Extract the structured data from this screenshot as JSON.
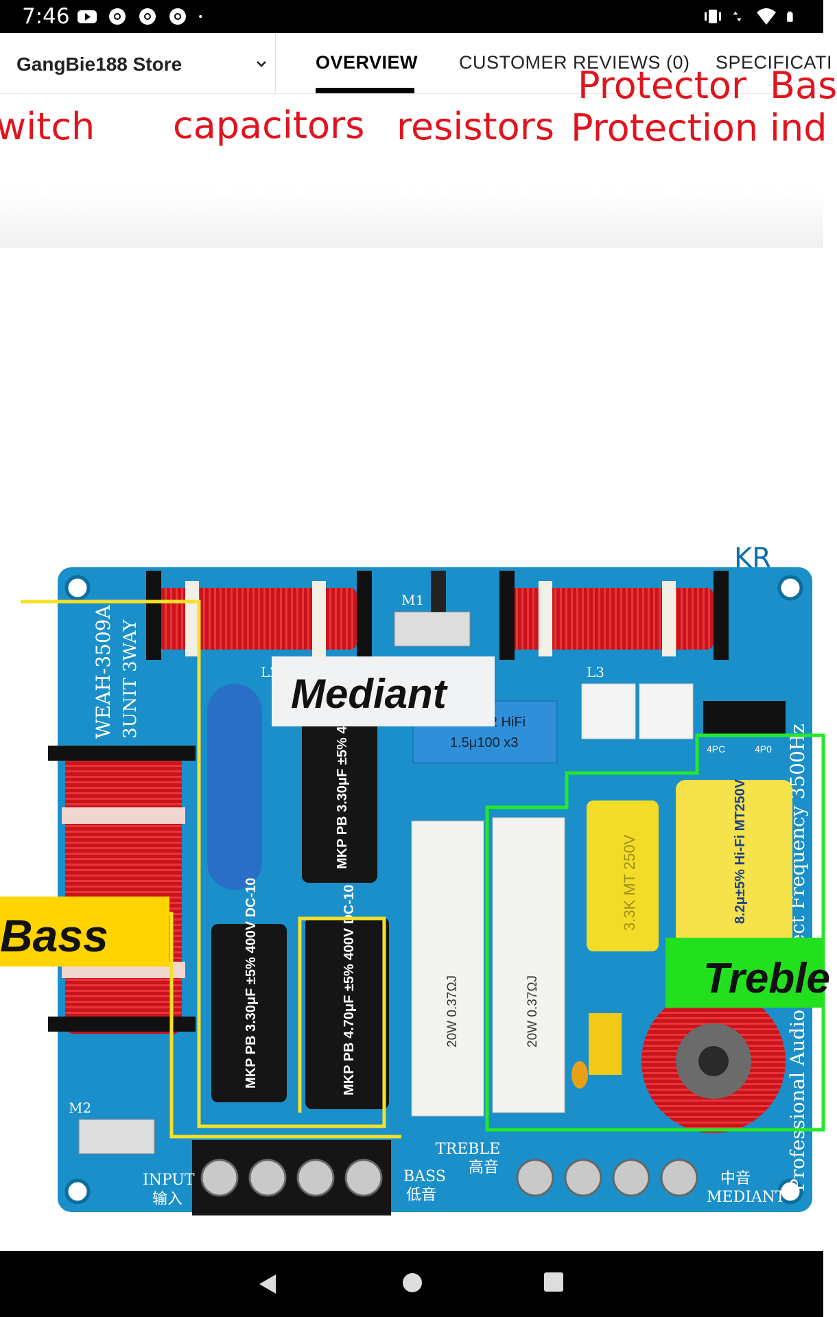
{
  "status_bar": {
    "time": "7:46",
    "left_icons": [
      "youtube-icon",
      "chrome-icon",
      "chrome-icon",
      "chrome-icon",
      "dot-icon"
    ],
    "right_icons": [
      "vibrate-icon",
      "data-arrows-icon",
      "wifi-icon",
      "battery-icon"
    ]
  },
  "header": {
    "store_name": "GangBie188 Store",
    "tabs": [
      {
        "label": "OVERVIEW",
        "active": true
      },
      {
        "label": "CUSTOMER REVIEWS (0)",
        "active": false
      },
      {
        "label": "SPECIFICATI",
        "active": false
      }
    ]
  },
  "product_image_top": {
    "labels": [
      "witch",
      "capacitors",
      "resistors",
      "Protection",
      "ind"
    ],
    "partial_top_labels": [
      "Protector",
      "Bas"
    ]
  },
  "product_image": {
    "labels": {
      "mediant": "Mediant",
      "bass": "Bass",
      "treble": "Treble"
    },
    "board_text": {
      "model": "WEAH-3509A",
      "model_sub": "3UNIT 3WAY",
      "m1": "M1",
      "m2": "M2",
      "l2": "L2",
      "l3": "L3",
      "freq": "Professional Audio Intersect Frequency 3500Hz",
      "kr": "KR",
      "cap_blue": "B32522 HiFi",
      "cap_blue2": "1.5μ100 x3",
      "cap_black1": "MKP PB 3.30μF ±5% 400V DC-10",
      "cap_black2": "MKP PB 3.30μF ±5% 400V DC-10",
      "cap_black3": "MKP PB 4.70μF ±5% 400V DC-10",
      "res1": "20W 0.37ΩJ",
      "res2": "20W 0.37ΩJ",
      "cap_yellow1": "3.3K MT 250V",
      "cap_yellow2": "8.2μ±5% Hi-Fi MT250V",
      "input": "INPUT",
      "input_cn": "输入",
      "bass": "BASS",
      "bass_cn": "低音",
      "treble": "TREBLE",
      "treble_cn": "高音",
      "mediant": "MEDIANT",
      "mediant_cn": "中音",
      "switch_l": "4PC",
      "switch_r": "4P0"
    }
  },
  "nav_bar": {
    "buttons": [
      "back-icon",
      "home-icon",
      "recents-icon"
    ]
  },
  "colors": {
    "accent_red": "#e0141e",
    "board_blue": "#1a8fc9",
    "yellow_label": "#ffd400",
    "green_label": "#22e01e"
  }
}
